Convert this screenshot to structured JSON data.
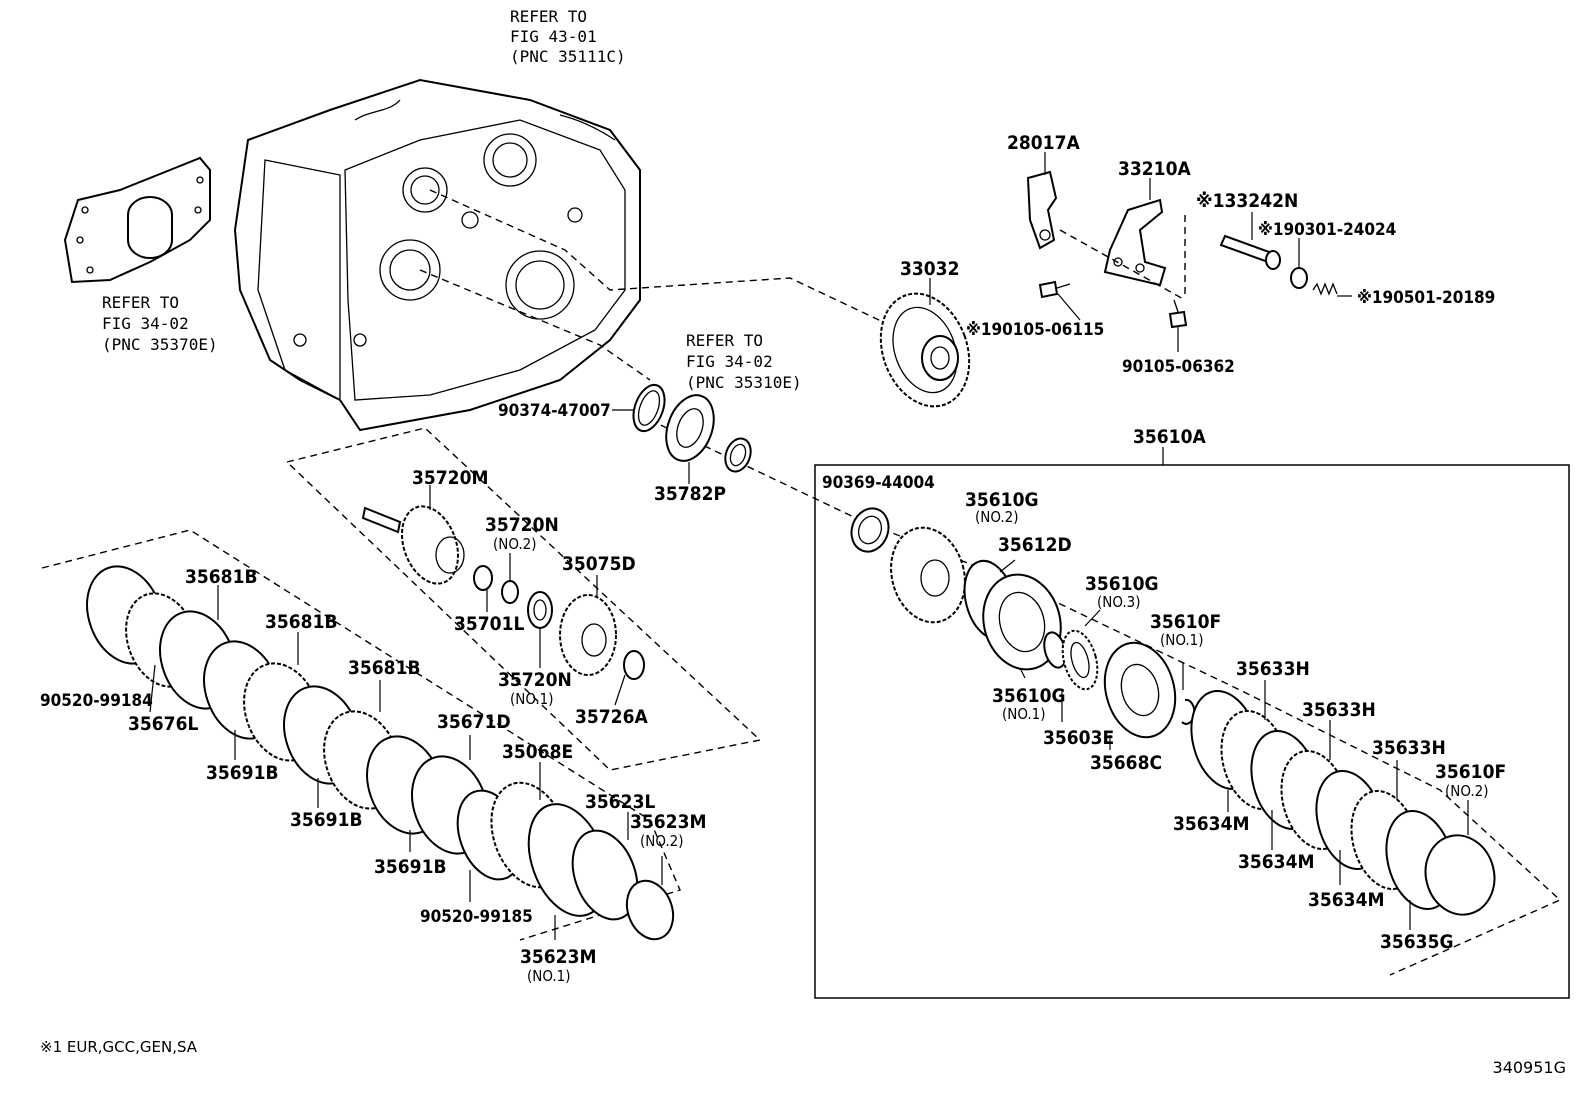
{
  "refs": {
    "case": [
      "REFER TO",
      "FIG 43-01",
      "(PNC 35111C)"
    ],
    "left_cover": [
      "REFER TO",
      "FIG 34-02",
      "(PNC 35370E)"
    ],
    "seal": [
      "REFER TO",
      "FIG 34-02",
      "(PNC 35310E)"
    ]
  },
  "parts": {
    "p28017A": "28017A",
    "p33210A": "33210A",
    "p33242N": "※133242N",
    "p90301": "※190301-24024",
    "p90501": "※190501-20189",
    "p33032": "33032",
    "p90105a": "※190105-06115",
    "p90105b": "90105-06362",
    "p90374": "90374-47007",
    "p35782P": "35782P",
    "p35610A": "35610A",
    "p90369": "90369-44004",
    "p35610G2": "35610G",
    "p35610G2_sub": "(NO.2)",
    "p35612D": "35612D",
    "p35610G3": "35610G",
    "p35610G3_sub": "(NO.3)",
    "p35610F1": "35610F",
    "p35610F1_sub": "(NO.1)",
    "p35610G1": "35610G",
    "p35610G1_sub": "(NO.1)",
    "p35603E": "35603E",
    "p35668C": "35668C",
    "p35633H_1": "35633H",
    "p35633H_2": "35633H",
    "p35633H_3": "35633H",
    "p35610F2": "35610F",
    "p35610F2_sub": "(NO.2)",
    "p35634M_1": "35634M",
    "p35634M_2": "35634M",
    "p35634M_3": "35634M",
    "p35635G": "35635G",
    "p35720M": "35720M",
    "p35720N2": "35720N",
    "p35720N2_sub": "(NO.2)",
    "p35075D": "35075D",
    "p35701L": "35701L",
    "p35720N1": "35720N",
    "p35720N1_sub": "(NO.1)",
    "p35726A": "35726A",
    "p35681B_1": "35681B",
    "p35681B_2": "35681B",
    "p35681B_3": "35681B",
    "p90520a": "90520-99184",
    "p35676L": "35676L",
    "p35691B_1": "35691B",
    "p35691B_2": "35691B",
    "p35691B_3": "35691B",
    "p35671D": "35671D",
    "p35068E": "35068E",
    "p35623L": "35623L",
    "p35623M2": "35623M",
    "p35623M2_sub": "(NO.2)",
    "p90520b": "90520-99185",
    "p35623M1": "35623M",
    "p35623M1_sub": "(NO.1)"
  },
  "footnote": "※1 EUR,GCC,GEN,SA",
  "figure_code": "340951G"
}
